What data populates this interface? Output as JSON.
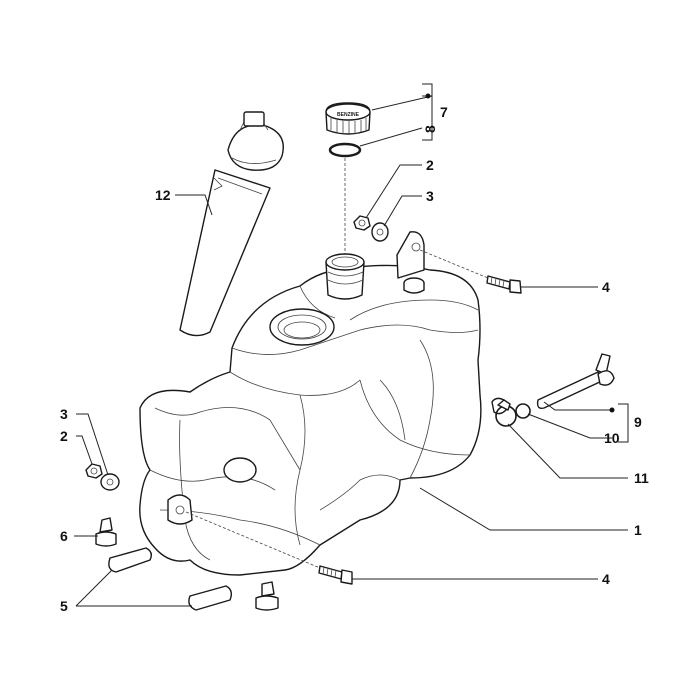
{
  "diagram": {
    "parts": [
      {
        "id": "p1",
        "number": "1",
        "name": "fuel-tank"
      },
      {
        "id": "p2a",
        "number": "2",
        "name": "nut"
      },
      {
        "id": "p2b",
        "number": "2",
        "name": "nut"
      },
      {
        "id": "p3a",
        "number": "3",
        "name": "washer"
      },
      {
        "id": "p3b",
        "number": "3",
        "name": "washer"
      },
      {
        "id": "p4a",
        "number": "4",
        "name": "bolt"
      },
      {
        "id": "p4b",
        "number": "4",
        "name": "bolt"
      },
      {
        "id": "p5",
        "number": "5",
        "name": "rubber-pad"
      },
      {
        "id": "p6",
        "number": "6",
        "name": "rubber-bumper"
      },
      {
        "id": "p7",
        "number": "7",
        "name": "fuel-cap-assembly"
      },
      {
        "id": "p8",
        "number": "8",
        "name": "o-ring"
      },
      {
        "id": "p9",
        "number": "9",
        "name": "vent-pipe-assembly"
      },
      {
        "id": "p10",
        "number": "10",
        "name": "seal-ring"
      },
      {
        "id": "p11",
        "number": "11",
        "name": "hose-clamp"
      },
      {
        "id": "p12",
        "number": "12",
        "name": "fuel-level-sender"
      }
    ],
    "cap_label": "BENZINE"
  }
}
